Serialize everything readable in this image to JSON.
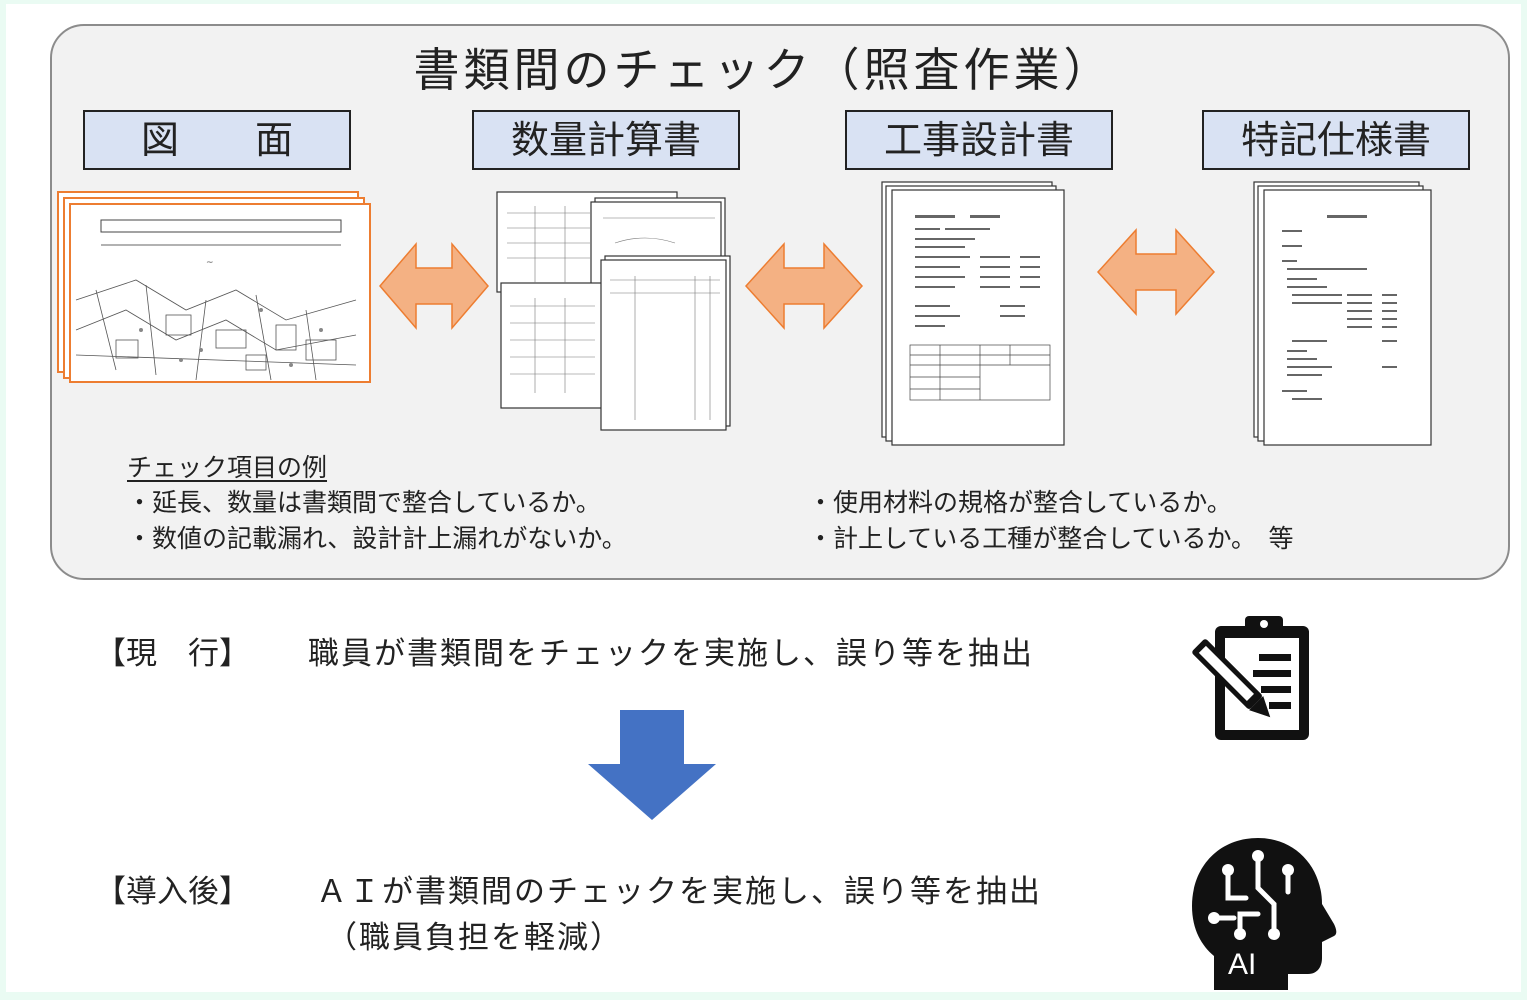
{
  "title": "書類間のチェック（照査作業）",
  "documents": [
    "図　　面",
    "数量計算書",
    "工事設計書",
    "特記仕様書"
  ],
  "check_items": {
    "heading": "チェック項目の例",
    "left": [
      "・延長、数量は書類間で整合しているか。",
      "・数値の記載漏れ、設計計上漏れがないか。"
    ],
    "right": [
      "・使用材料の規格が整合しているか。",
      "・計上している工種が整合しているか。　等"
    ]
  },
  "current": {
    "label": "【現　行】",
    "text": "職員が書類間をチェックを実施し、誤り等を抽出",
    "icon": "clipboard-pencil-icon"
  },
  "after": {
    "label": "【導入後】",
    "text": "ＡＩが書類間のチェックを実施し、誤り等を抽出",
    "subtext": "（職員負担を軽減）",
    "icon": "ai-head-icon",
    "icon_text": "AI"
  },
  "colors": {
    "panel_bg": "#f2f2f2",
    "label_bg": "#d9e2f3",
    "arrow_orange": "#f4b183",
    "arrow_orange_border": "#ed7d31",
    "down_arrow_blue": "#4472c4"
  }
}
